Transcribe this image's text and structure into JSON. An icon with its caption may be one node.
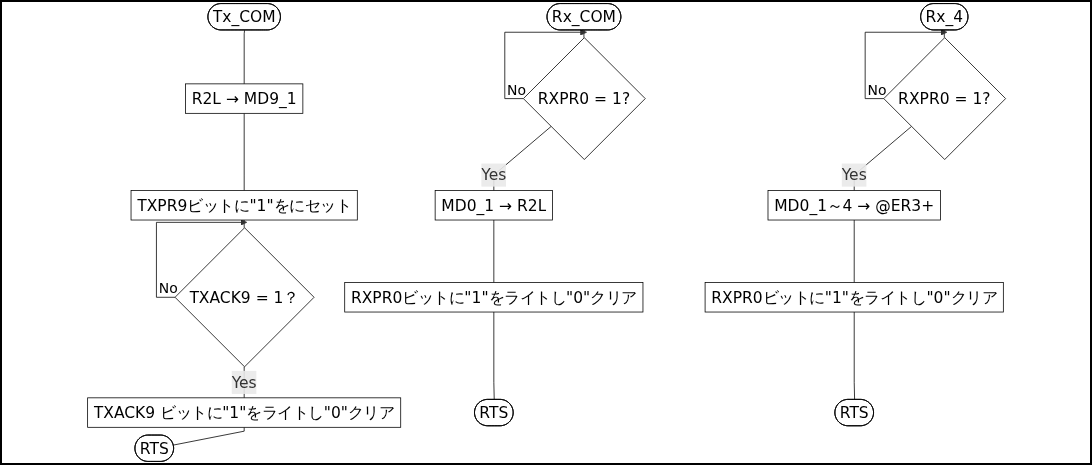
{
  "diagram": {
    "nodes": [
      {
        "text": [
          "Rx_COM"
        ]
      },
      {
        "text": [
          "RXPR0 = 1?"
        ]
      },
      {
        "text": [
          "MD0_1 → R2L"
        ]
      },
      {
        "text": [
          "RXPR0ビットに\"1\"をライトし\"0\"クリア"
        ]
      },
      {
        "text": [
          "RTS"
        ]
      },
      {
        "text": [
          "Tx_COM"
        ]
      },
      {
        "text": [
          "R2L → MD9_1"
        ]
      },
      {
        "text": [
          "TXPR9ビットに\"1\"をにセット"
        ]
      },
      {
        "text": [
          "TXACK9 = 1？"
        ]
      },
      {
        "text": [
          "TXACK9 ビットに\"1\"をライトし\"0\"クリア"
        ]
      },
      {
        "text": [
          "RTS"
        ]
      },
      {
        "text": [
          "Rx_4"
        ]
      },
      {
        "text": [
          "RXPR0 = 1?"
        ]
      },
      {
        "text": [
          "MD0_1～4 → @ER3+"
        ]
      },
      {
        "text": [
          "RXPR0ビットに\"1\"をライトし\"0\"クリア"
        ]
      },
      {
        "text": [
          "RTS"
        ]
      }
    ],
    "edges": [
      {
        "from": 0,
        "to": 1,
        "arrow": "none"
      },
      {
        "from": 1,
        "to": 1,
        "arrow": "to",
        "label": "No"
      },
      {
        "from": 1,
        "to": 2,
        "arrow": "none",
        "label": "Yes"
      },
      {
        "from": 2,
        "to": 3,
        "arrow": "none"
      },
      {
        "from": 3,
        "to": 4,
        "arrow": "none"
      },
      {
        "from": 5,
        "to": 6,
        "arrow": "none"
      },
      {
        "from": 6,
        "to": 7,
        "arrow": "none"
      },
      {
        "from": 7,
        "to": 8,
        "arrow": "none"
      },
      {
        "from": 8,
        "to": 8,
        "arrow": "to",
        "label": "No"
      },
      {
        "from": 8,
        "to": 9,
        "arrow": "none",
        "label": "Yes"
      },
      {
        "from": 9,
        "to": 10,
        "arrow": "none"
      },
      {
        "from": 11,
        "to": 12,
        "arrow": "none"
      },
      {
        "from": 12,
        "to": 12,
        "arrow": "to",
        "label": "No"
      },
      {
        "from": 12,
        "to": 13,
        "arrow": "none",
        "label": "Yes"
      },
      {
        "from": 13,
        "to": 14,
        "arrow": "none"
      },
      {
        "from": 14,
        "to": 15,
        "arrow": "none"
      }
    ]
  }
}
